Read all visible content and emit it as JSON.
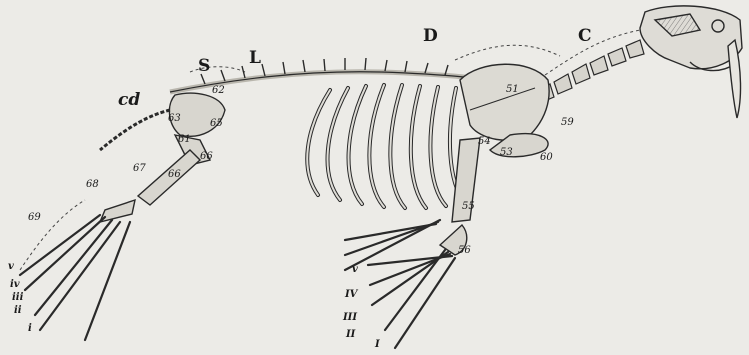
{
  "figure": {
    "region_labels": {
      "cd": "cd",
      "S": "S",
      "L": "L",
      "D": "D",
      "C": "C"
    },
    "bone_labels": {
      "n51": "51",
      "n53": "53",
      "n54": "54",
      "n55": "55",
      "n56_fore": "56",
      "n59": "59",
      "n60": "60",
      "n61": "61",
      "n62": "62",
      "n63": "63",
      "n65": "65",
      "n66_a": "66",
      "n66_b": "66",
      "n67": "67",
      "n68": "68",
      "n69": "69"
    },
    "hind_digits": {
      "v": "v",
      "iv": "iv",
      "iii": "iii",
      "ii": "ii",
      "i": "i"
    },
    "fore_digits": {
      "v": "v",
      "iv": "IV",
      "iii": "III",
      "ii": "II",
      "i": "I"
    },
    "colors": {
      "ink": "#2a2a2a",
      "paper": "#ecebe7",
      "bone": "#dcdad3"
    }
  }
}
